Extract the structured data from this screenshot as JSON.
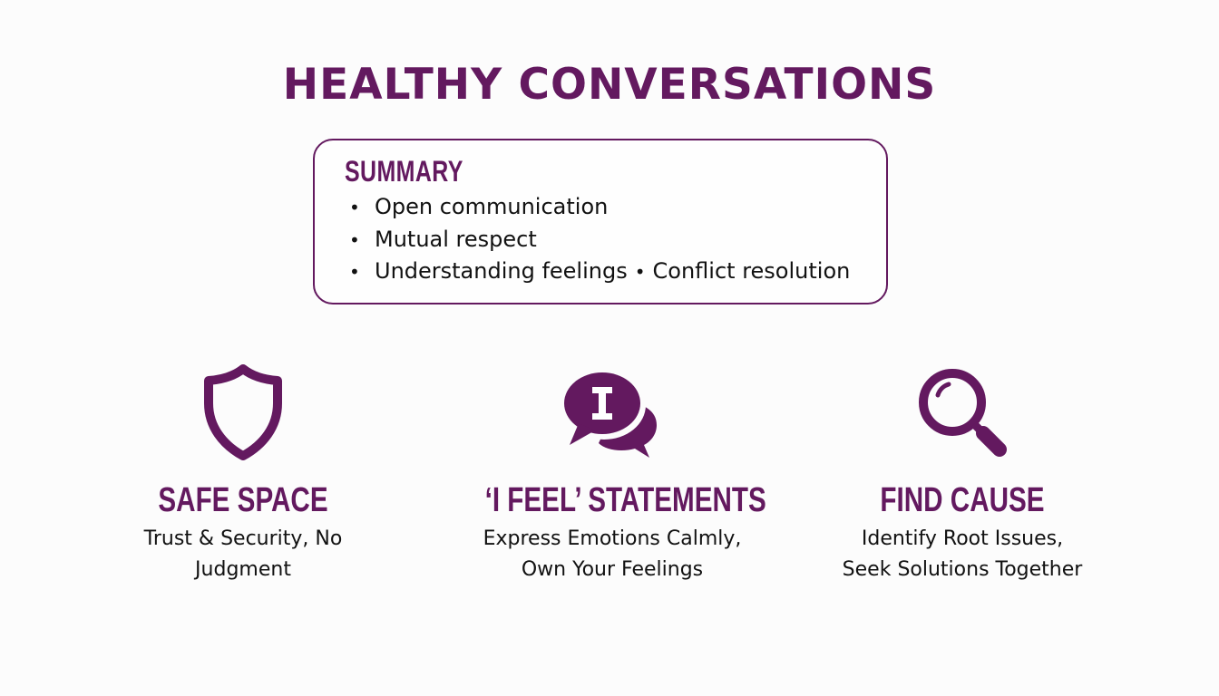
{
  "title": "HEALTHY CONVERSATIONS",
  "colors": {
    "accent": "#63195f",
    "text": "#111111",
    "background": "#fcfcfc"
  },
  "summary": {
    "heading": "SUMMARY",
    "items": [
      "Open communication",
      "Mutual respect",
      "Understanding feelings",
      "Conflict resolution"
    ]
  },
  "features": [
    {
      "icon": "shield-icon",
      "title": "SAFE SPACE",
      "desc_line1": "Trust & Security, No",
      "desc_line2": "Judgment"
    },
    {
      "icon": "speech-bubbles-i-icon",
      "icon_letter": "I",
      "title": "‘I FEEL’ STATEMENTS",
      "desc_line1": "Express Emotions Calmly,",
      "desc_line2": "Own Your Feelings"
    },
    {
      "icon": "magnifying-glass-icon",
      "title": "FIND CAUSE",
      "desc_line1": "Identify Root Issues,",
      "desc_line2": "Seek Solutions Together"
    }
  ]
}
